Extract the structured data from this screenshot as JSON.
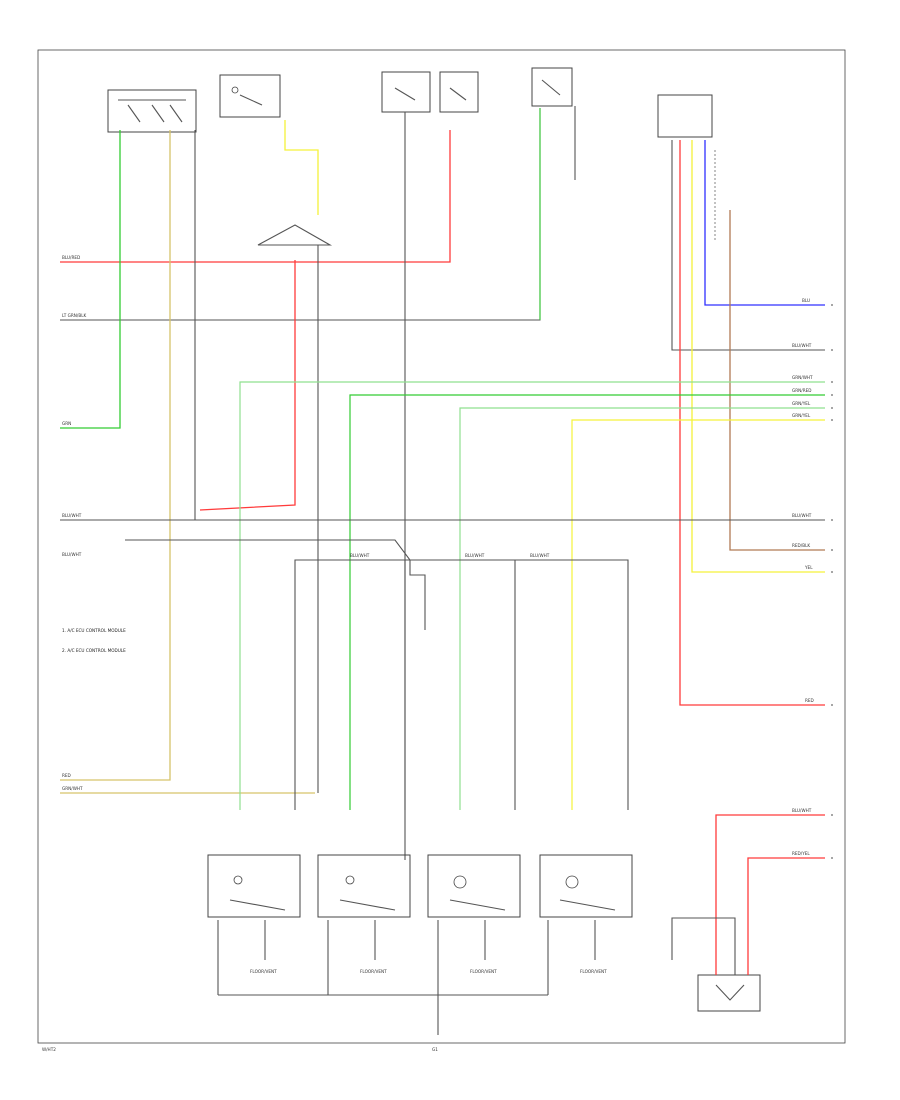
{
  "colors": {
    "red": "#ff3b3b",
    "green": "#33cc33",
    "light_green": "#8fe08f",
    "yellow": "#f5f23a",
    "tan": "#d6c36a",
    "blue": "#3030ff",
    "brown": "#b07a55",
    "gray": "#555555"
  },
  "labels": {
    "left_wires": [
      "BLU/RED",
      "LT GRN/BLK",
      "GRN",
      "BLU/WHT",
      "BLU/WHT",
      "RED",
      "GRN/WHT"
    ],
    "right_wires": [
      "BLU",
      "BLU/WHT",
      "GRN/WHT",
      "GRN/RED",
      "GRN/YEL",
      "GRN/YEL",
      "BLU/WHT",
      "RED/BLK",
      "YEL",
      "RED",
      "BLU/WHT",
      "RED/YEL"
    ],
    "bus_labels": [
      "BLU/WHT",
      "BLU/WHT",
      "BLU/WHT"
    ],
    "notes": [
      "1. A/C ECU CONTROL MODULE",
      "2. A/C ECU CONTROL MODULE"
    ],
    "bottom_left": "W/HT2",
    "bottom_center": "G1",
    "mode_doors": [
      "FLOOR/VENT",
      "FLOOR/VENT",
      "FLOOR/VENT",
      "FLOOR/VENT"
    ]
  }
}
